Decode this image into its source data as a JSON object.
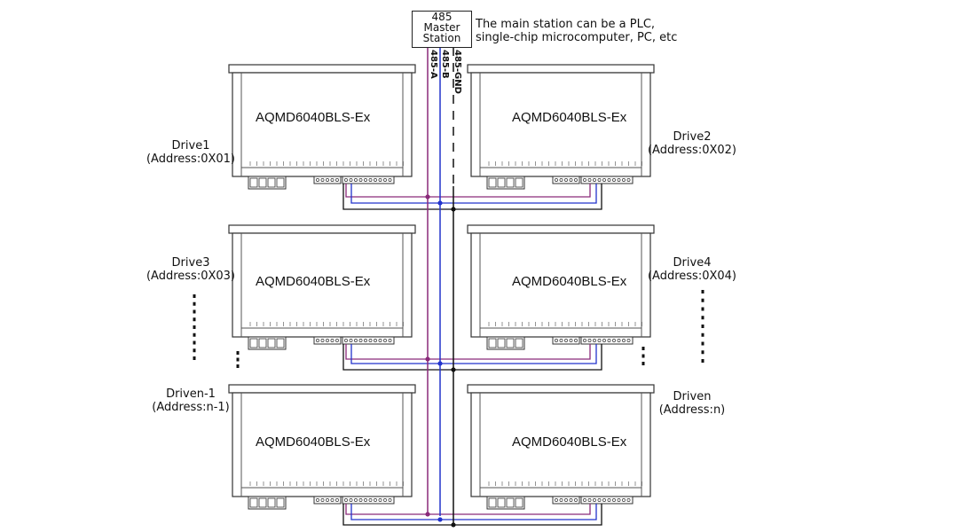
{
  "master": {
    "line1": "485",
    "line2": "Master",
    "line3": "Station",
    "note_line1": "The main station can be a PLC,",
    "note_line2": "single-chip microcomputer, PC, etc"
  },
  "bus": {
    "a_label": "485-A",
    "b_label": "485-B",
    "gnd_label": "485-GND",
    "colors": {
      "a": "#8a2a7a",
      "b": "#2233cc",
      "gnd": "#111111"
    }
  },
  "drives": [
    {
      "model": "AQMD6040BLS-Ex",
      "name": "Drive1",
      "address": "(Address:0X01)"
    },
    {
      "model": "AQMD6040BLS-Ex",
      "name": "Drive2",
      "address": "(Address:0X02)"
    },
    {
      "model": "AQMD6040BLS-Ex",
      "name": "Drive3",
      "address": "(Address:0X03)"
    },
    {
      "model": "AQMD6040BLS-Ex",
      "name": "Drive4",
      "address": "(Address:0X04)"
    },
    {
      "model": "AQMD6040BLS-Ex",
      "name": "Driven-1",
      "address": "(Address:n-1)"
    },
    {
      "model": "AQMD6040BLS-Ex",
      "name": "Driven",
      "address": "(Address:n)"
    }
  ]
}
